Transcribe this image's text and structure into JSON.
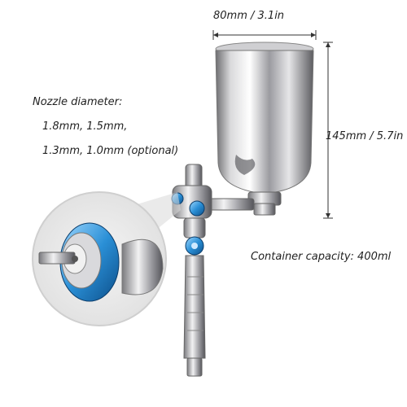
{
  "nozzle": {
    "title": "Nozzle diameter:",
    "line1": "1.8mm, 1.5mm,",
    "line2": "1.3mm, 1.0mm (optional)"
  },
  "dimensions": {
    "width": "80mm / 3.1in",
    "height": "145mm / 5.7in"
  },
  "capacity": "Container capacity: 400ml",
  "colors": {
    "accent_blue": "#2a8fd6",
    "chrome_light": "#e9e9ea",
    "chrome_dark": "#5a5a5c",
    "dimension_line": "#333333"
  }
}
